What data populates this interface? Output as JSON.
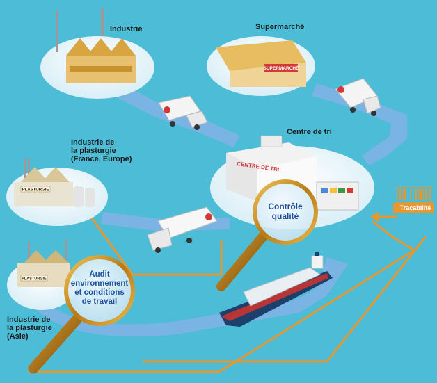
{
  "labels": {
    "industrie": "Industrie",
    "supermarche": "Supermarché",
    "centre_de_tri": "Centre de tri",
    "plasturgie_fe_1": "Industrie de",
    "plasturgie_fe_2": "la plasturgie",
    "plasturgie_fe_3": "(France, Europe)",
    "plasturgie_asie_1": "Industrie de",
    "plasturgie_asie_2": "la plasturgie",
    "plasturgie_asie_3": "(Asie)",
    "tracabilite": "Traçabilité"
  },
  "lenses": {
    "controle_1": "Contrôle",
    "controle_2": "qualité",
    "audit_1": "Audit",
    "audit_2": "environnement",
    "audit_3": "et conditions",
    "audit_4": "de travail"
  },
  "signs": {
    "centre": "CENTRE DE TRI",
    "supermarche": "SUPERMARCHÉ",
    "plasturgie": "PLASTURGIE",
    "plasturgie_asie": "PLASTURGIE"
  },
  "colors": {
    "background": "#4dbcd6",
    "flow_arrow": "#7fb3e6",
    "traceability": "#e8962e",
    "lens_rim": "#c98a1c",
    "lens_text": "#1f4f9a"
  }
}
